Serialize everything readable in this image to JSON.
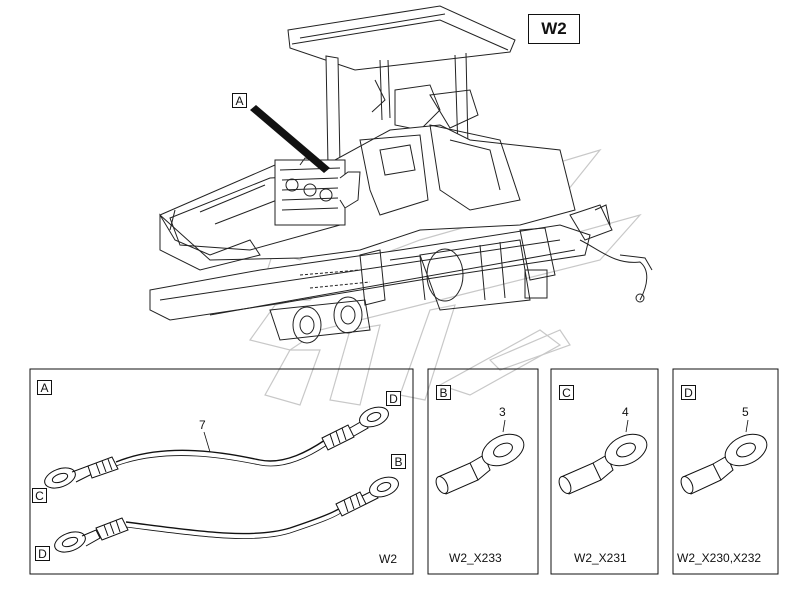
{
  "diagram": {
    "title_box": "W2",
    "overview_callout": "A",
    "panels": [
      {
        "id": "A",
        "caption": "W2",
        "callouts": {
          "part_number": "7",
          "end_D": "D",
          "end_B": "B",
          "end_C": "C",
          "end_D2": "D"
        }
      },
      {
        "id": "B",
        "part_number": "3",
        "caption": "W2_X233"
      },
      {
        "id": "C",
        "part_number": "4",
        "caption": "W2_X231"
      },
      {
        "id": "D",
        "part_number": "5",
        "caption": "W2_X230,X232"
      }
    ]
  }
}
